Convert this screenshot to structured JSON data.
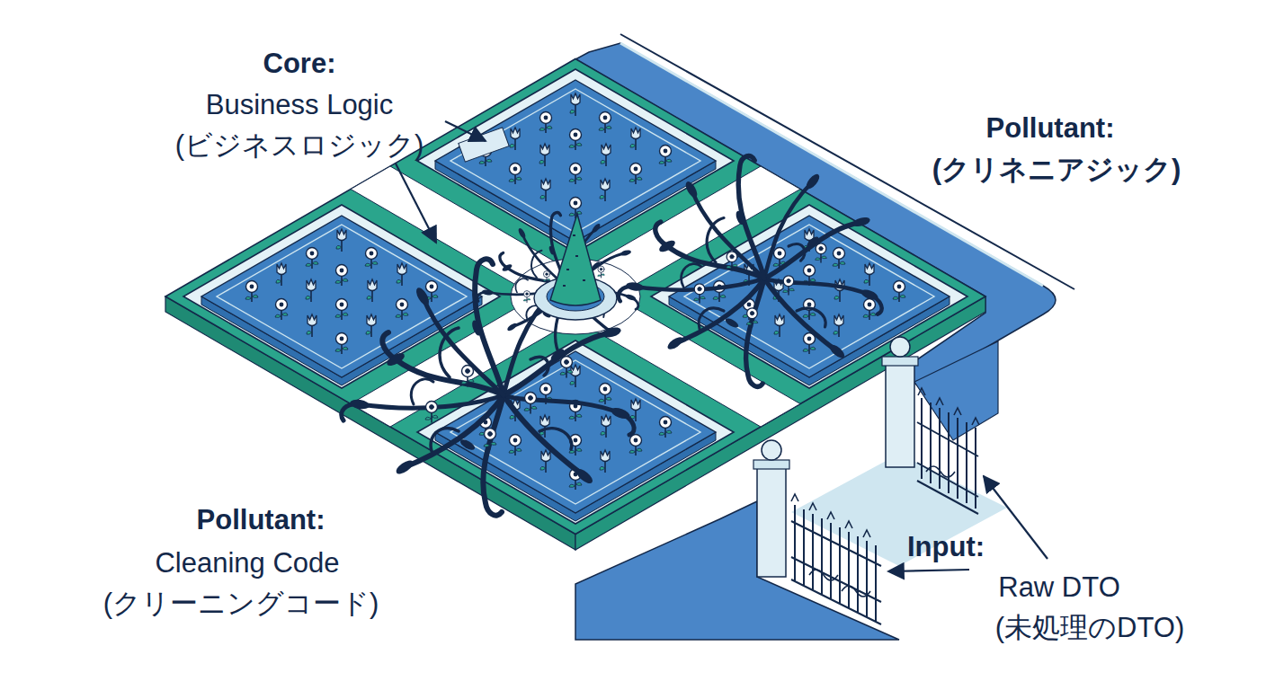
{
  "diagram": {
    "labels": [
      "Core:",
      "Business Logic",
      "(ビジネスロジック)",
      "Pollutant:",
      "(クリネニアジック)",
      "Pollutant:",
      "Cleaning Code",
      "(クリーニングコード)",
      "Input:",
      "Raw DTO",
      "(未処理のDTO)"
    ]
  }
}
